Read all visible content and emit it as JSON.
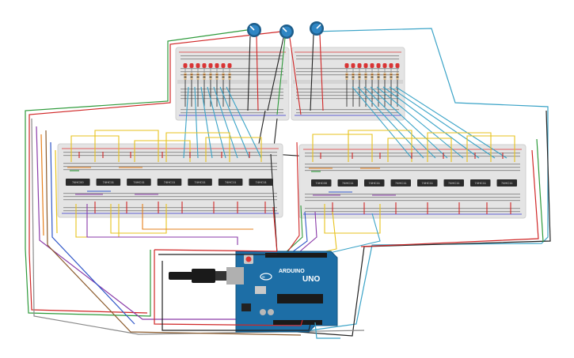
{
  "circuit": {
    "chips_left": [
      "74HC00",
      "74HC11",
      "74HC11",
      "74HC11",
      "74HC11",
      "74HC11",
      "74HC11"
    ],
    "chips_right": [
      "74HC00",
      "74HC11",
      "74HC11",
      "74HC11",
      "74HC11",
      "74HC11",
      "74HC11",
      "74HC11"
    ],
    "arduino": {
      "brand": "ARDUINO",
      "model": "UNO",
      "sub": "ARDUINO"
    }
  },
  "colors": {
    "breadboard": "#e3e3e3",
    "chip": "#2b2b2b",
    "led": "#d93434",
    "arduino": "#1d6ea6",
    "pot": "#1d6ea6"
  }
}
